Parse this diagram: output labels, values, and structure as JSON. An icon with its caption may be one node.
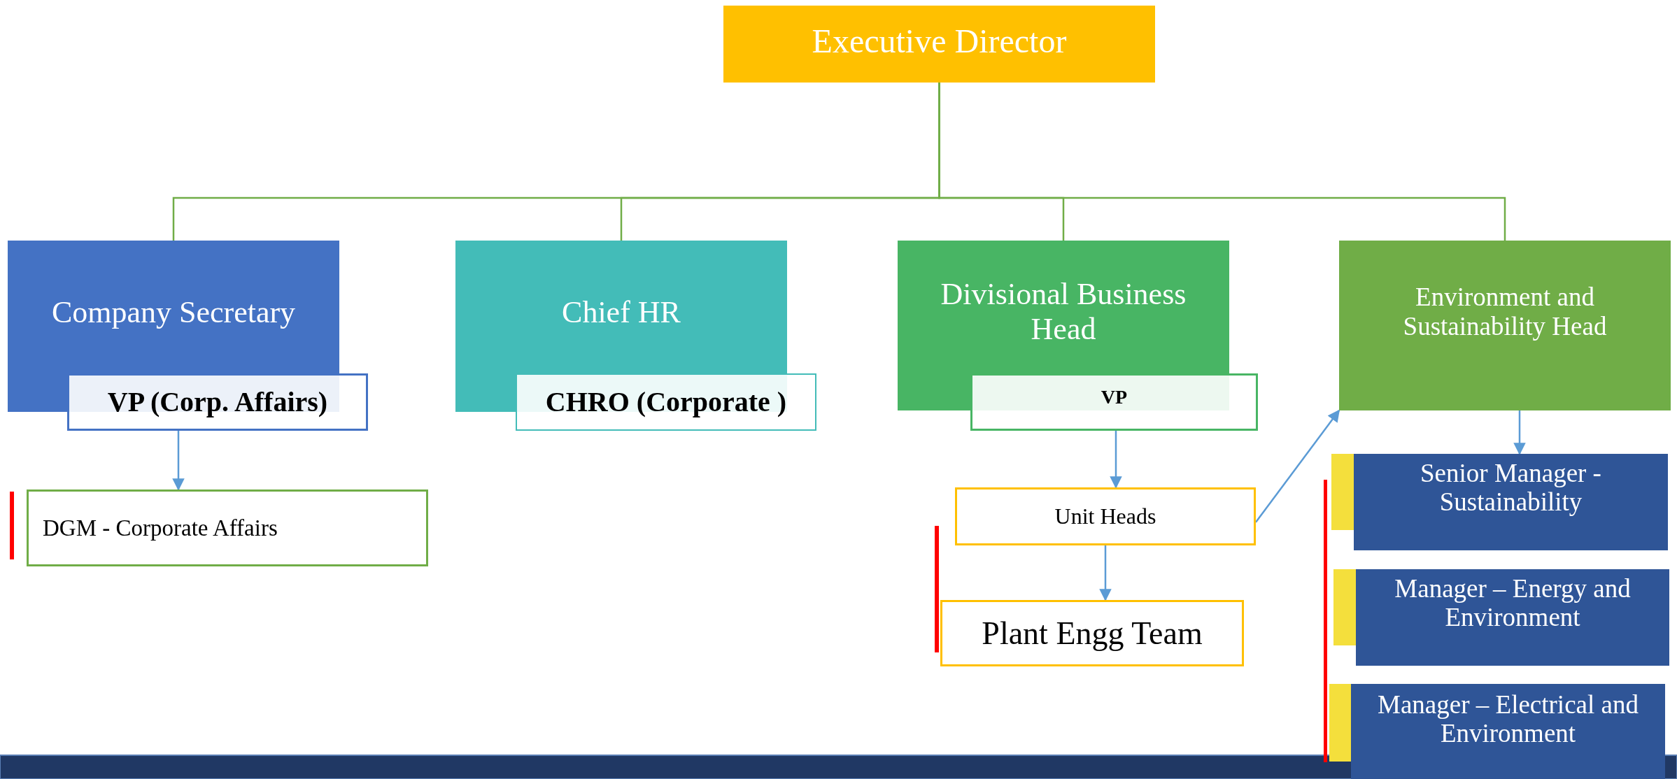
{
  "diagram": {
    "nodes": [
      {
        "text": [
          "Executive Director"
        ]
      },
      {
        "text": [
          "Company Secretary"
        ]
      },
      {
        "text": [
          "Chief HR"
        ]
      },
      {
        "text": [
          "Divisional Business Head"
        ]
      },
      {
        "text": [
          "Environment and Sustainability Head"
        ]
      },
      {
        "text": [
          "VP (Corp. Affairs)"
        ]
      },
      {
        "text": [
          "CHRO (Corporate )"
        ]
      },
      {
        "text": [
          "VP"
        ]
      },
      {
        "text": [
          "DGM - Corporate Affairs"
        ]
      },
      {
        "text": [
          "Unit Heads"
        ]
      },
      {
        "text": [
          "Plant Engg Team"
        ]
      },
      {
        "text": [
          "Senior Manager - Sustainability"
        ]
      },
      {
        "text": [
          "Manager – Energy and Environment"
        ]
      },
      {
        "text": [
          "Manager – Electrical and Environment"
        ]
      }
    ],
    "edges": [
      {
        "from": 0,
        "to": 1,
        "arrow": "none",
        "color": "#70ad47"
      },
      {
        "from": 0,
        "to": 2,
        "arrow": "none",
        "color": "#70ad47"
      },
      {
        "from": 0,
        "to": 3,
        "arrow": "none",
        "color": "#70ad47"
      },
      {
        "from": 0,
        "to": 4,
        "arrow": "none",
        "color": "#70ad47"
      },
      {
        "from": 5,
        "to": 8,
        "arrow": "to"
      },
      {
        "from": 7,
        "to": 9,
        "arrow": "to"
      },
      {
        "from": 9,
        "to": 10,
        "arrow": "to"
      },
      {
        "from": 9,
        "to": 4,
        "arrow": "to"
      },
      {
        "from": 4,
        "to": 11,
        "arrow": "to"
      }
    ]
  }
}
